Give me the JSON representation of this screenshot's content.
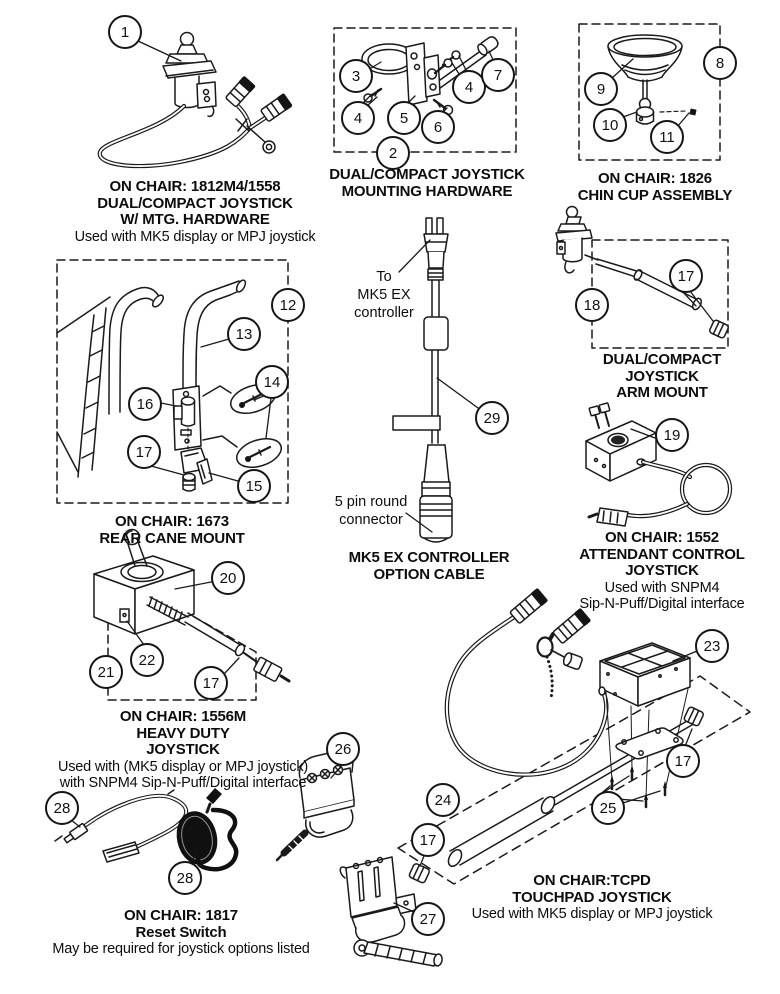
{
  "callouts": {
    "c1": "1",
    "c2": "2",
    "c3": "3",
    "c4a": "4",
    "c4b": "4",
    "c5": "5",
    "c6": "6",
    "c7": "7",
    "c8": "8",
    "c9": "9",
    "c10": "10",
    "c11": "11",
    "c12": "12",
    "c13": "13",
    "c14": "14",
    "c15": "15",
    "c16": "16",
    "c17_rearcane": "17",
    "c18": "18",
    "c17_armmount": "17",
    "c19": "19",
    "c20": "20",
    "c21": "21",
    "c22": "22",
    "c17_heavyduty": "17",
    "c23": "23",
    "c24": "24",
    "c25": "25",
    "c26": "26",
    "c27": "27",
    "c17_touchpad_a": "17",
    "c17_touchpad_b": "17",
    "c28a": "28",
    "c28b": "28",
    "c29": "29"
  },
  "sections": {
    "dual_compact": {
      "title": [
        "ON CHAIR: 1812M4/1558",
        "DUAL/COMPACT JOYSTICK",
        "W/ MTG. HARDWARE"
      ],
      "notes": [
        "Used with MK5 display or MPJ joystick"
      ]
    },
    "mounting_hw": {
      "title": [
        "DUAL/COMPACT JOYSTICK",
        "MOUNTING HARDWARE"
      ]
    },
    "chin_cup": {
      "title": [
        "ON CHAIR: 1826",
        "CHIN CUP ASSEMBLY"
      ]
    },
    "rear_cane": {
      "title": [
        "ON CHAIR: 1673",
        "REAR CANE MOUNT"
      ]
    },
    "option_cable": {
      "title": [
        "MK5 EX CONTROLLER",
        "OPTION CABLE"
      ],
      "ann_top": [
        "To",
        "MK5 EX",
        "controller"
      ],
      "ann_bottom": [
        "5 pin round",
        "connector"
      ]
    },
    "arm_mount": {
      "title": [
        "DUAL/COMPACT",
        "JOYSTICK",
        "ARM MOUNT"
      ]
    },
    "attendant": {
      "title": [
        "ON CHAIR: 1552",
        "ATTENDANT CONTROL",
        "JOYSTICK"
      ],
      "notes": [
        "Used with SNPM4",
        "Sip-N-Puff/Digital interface"
      ]
    },
    "heavy_duty": {
      "title": [
        "ON CHAIR: 1556M",
        "HEAVY DUTY",
        "JOYSTICK"
      ],
      "notes": [
        "Used with (MK5 display or MPJ joystick)",
        "with SNPM4 Sip-N-Puff/Digital interface"
      ]
    },
    "reset_switch": {
      "title": [
        "ON CHAIR: 1817",
        "Reset Switch"
      ],
      "notes": [
        "May be required for joystick options listed"
      ]
    },
    "touchpad": {
      "title": [
        "ON CHAIR:TCPD",
        "TOUCHPAD JOYSTICK"
      ],
      "notes": [
        "Used with MK5 display or MPJ joystick"
      ]
    }
  },
  "colors": {
    "line": "#1a1a1a",
    "text": "#0d0d0d",
    "background": "#ffffff"
  }
}
